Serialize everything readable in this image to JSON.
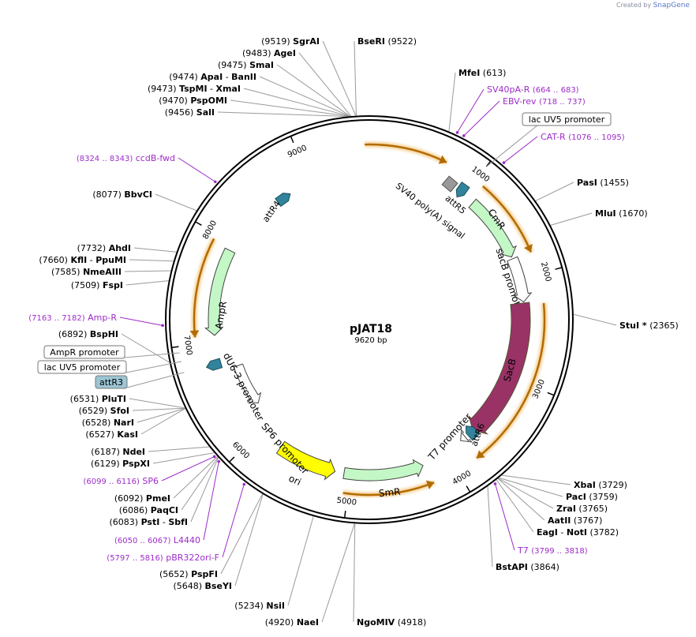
{
  "credit": {
    "prefix": "Created by",
    "brand": "SnapGene"
  },
  "plasmid": {
    "name": "pJAT18",
    "size_label": "9620 bp",
    "length": 9620
  },
  "colors": {
    "backbone": "#000000",
    "site_line": "#9a9a9a",
    "primer": "#9d2cc9",
    "cmR": "#c4f7c6",
    "smR": "#c4f7c6",
    "ampR": "#c4f7c6",
    "sacB": "#993366",
    "ori": "#ffff00",
    "attR": "#31849b",
    "promoter": "#ffffff",
    "sv40": "#999999",
    "orf_arrow": "#b36b00",
    "orf_glow": "#f5d39a"
  },
  "ticks": [
    {
      "pos": 1000,
      "label": "1000"
    },
    {
      "pos": 2000,
      "label": "2000"
    },
    {
      "pos": 3000,
      "label": "3000"
    },
    {
      "pos": 4000,
      "label": "4000"
    },
    {
      "pos": 5000,
      "label": "5000"
    },
    {
      "pos": 6000,
      "label": "6000"
    },
    {
      "pos": 7000,
      "label": "7000"
    },
    {
      "pos": 8000,
      "label": "8000"
    },
    {
      "pos": 9000,
      "label": "9000"
    }
  ],
  "sites": [
    {
      "pos": 9519,
      "pos_label": "(9519)",
      "name": "SgrAI"
    },
    {
      "pos": 9483,
      "pos_label": "(9483)",
      "name": "AgeI"
    },
    {
      "pos": 9475,
      "pos_label": "(9475)",
      "name": "SmaI"
    },
    {
      "pos": 9474,
      "pos_label": "(9474)",
      "name": "ApaI",
      "name2": "BanII"
    },
    {
      "pos": 9473,
      "pos_label": "(9473)",
      "name": "TspMI",
      "name2": "XmaI"
    },
    {
      "pos": 9470,
      "pos_label": "(9470)",
      "name": "PspOMI"
    },
    {
      "pos": 9456,
      "pos_label": "(9456)",
      "name": "SalI"
    },
    {
      "pos": 8077,
      "pos_label": "(8077)",
      "name": "BbvCI"
    },
    {
      "pos": 7732,
      "pos_label": "(7732)",
      "name": "AhdI"
    },
    {
      "pos": 7660,
      "pos_label": "(7660)",
      "name": "KflI",
      "name2": "PpuMI"
    },
    {
      "pos": 7585,
      "pos_label": "(7585)",
      "name": "NmeAIII"
    },
    {
      "pos": 7509,
      "pos_label": "(7509)",
      "name": "FspI"
    },
    {
      "pos": 6892,
      "pos_label": "(6892)",
      "name": "BspHI"
    },
    {
      "pos": 6531,
      "pos_label": "(6531)",
      "name": "PluTI"
    },
    {
      "pos": 6529,
      "pos_label": "(6529)",
      "name": "SfoI"
    },
    {
      "pos": 6528,
      "pos_label": "(6528)",
      "name": "NarI"
    },
    {
      "pos": 6527,
      "pos_label": "(6527)",
      "name": "KasI"
    },
    {
      "pos": 6187,
      "pos_label": "(6187)",
      "name": "NdeI"
    },
    {
      "pos": 6129,
      "pos_label": "(6129)",
      "name": "PspXI"
    },
    {
      "pos": 6092,
      "pos_label": "(6092)",
      "name": "PmeI"
    },
    {
      "pos": 6086,
      "pos_label": "(6086)",
      "name": "PaqCI"
    },
    {
      "pos": 6083,
      "pos_label": "(6083)",
      "name": "PstI",
      "name2": "SbfI"
    },
    {
      "pos": 5652,
      "pos_label": "(5652)",
      "name": "PspFI"
    },
    {
      "pos": 5648,
      "pos_label": "(5648)",
      "name": "BseYI"
    },
    {
      "pos": 5234,
      "pos_label": "(5234)",
      "name": "NsiI"
    },
    {
      "pos": 4920,
      "pos_label": "(4920)",
      "name": "NaeI"
    },
    {
      "pos": 4918,
      "pos_label": "(4918)",
      "name": "NgoMIV"
    },
    {
      "pos": 3864,
      "pos_label": "(3864)",
      "name": "BstAPI"
    },
    {
      "pos": 3782,
      "pos_label": "(3782)",
      "name": "EagI",
      "name2": "NotI"
    },
    {
      "pos": 3767,
      "pos_label": "(3767)",
      "name": "AatII"
    },
    {
      "pos": 3765,
      "pos_label": "(3765)",
      "name": "ZraI"
    },
    {
      "pos": 3759,
      "pos_label": "(3759)",
      "name": "PacI"
    },
    {
      "pos": 3729,
      "pos_label": "(3729)",
      "name": "XbaI"
    },
    {
      "pos": 2365,
      "pos_label": "(2365)",
      "name": "StuI *"
    },
    {
      "pos": 1670,
      "pos_label": "(1670)",
      "name": "MluI"
    },
    {
      "pos": 1455,
      "pos_label": "(1455)",
      "name": "PasI"
    },
    {
      "pos": 613,
      "pos_label": "(613)",
      "name": "MfeI"
    },
    {
      "pos": 9522,
      "pos_label": "(9522)",
      "name": "BseRI"
    }
  ],
  "primers": [
    {
      "pos": 673,
      "name": "SV40pA-R",
      "range": "(664 .. 683)"
    },
    {
      "pos": 727,
      "name": "EBV-rev",
      "range": "(718 .. 737)"
    },
    {
      "pos": 1085,
      "name": "CAT-R",
      "range": "(1076 .. 1095)"
    },
    {
      "pos": 8333,
      "name": "ccdB-fwd",
      "range": "(8324 .. 8343)"
    },
    {
      "pos": 7172,
      "name": "Amp-R",
      "range": "(7163 .. 7182)"
    },
    {
      "pos": 6107,
      "name": "SP6",
      "range": "(6099 .. 6116)"
    },
    {
      "pos": 6058,
      "name": "L4440",
      "range": "(6050 .. 6067)"
    },
    {
      "pos": 5806,
      "name": "pBR322ori-F",
      "range": "(5797 .. 5816)"
    },
    {
      "pos": 3808,
      "name": "T7",
      "range": "(3799 .. 3818)"
    }
  ],
  "boxed_labels": [
    {
      "name": "lac UV5 promoter",
      "pos": 1000
    },
    {
      "name": "AmpR promoter",
      "pos": 6970
    },
    {
      "name": "lac UV5 promoter",
      "pos": 6860
    },
    {
      "name": "attR3",
      "pos": 6760
    }
  ],
  "features": [
    {
      "name": "CmR",
      "start": 1110,
      "end": 1770
    },
    {
      "name": "sacB promoter",
      "start": 1790,
      "end": 2230
    },
    {
      "name": "SacB",
      "start": 2240,
      "end": 3660
    },
    {
      "name": "attR6",
      "start": 3620,
      "end": 3740
    },
    {
      "name": "T7 promoter",
      "start": 3760,
      "end": 3820
    },
    {
      "name": "SmR",
      "start": 4270,
      "end": 5060
    },
    {
      "name": "ori",
      "start": 5150,
      "end": 5740
    },
    {
      "name": "SP6 promoter",
      "start": 6090,
      "end": 6110
    },
    {
      "name": "dU6-3 promoter",
      "start": 6230,
      "end": 6700
    },
    {
      "name": "attR3",
      "start": 6720,
      "end": 6840
    },
    {
      "name": "AmpR",
      "start": 7060,
      "end": 7920
    },
    {
      "name": "attR4",
      "start": 8620,
      "end": 8740
    },
    {
      "name": "SV40 poly(A) signal",
      "start": 760,
      "end": 880
    },
    {
      "name": "attR5",
      "start": 890,
      "end": 1010
    }
  ],
  "orfs": [
    {
      "start": 9580,
      "end": 700
    },
    {
      "start": 1080,
      "end": 1800
    },
    {
      "start": 2260,
      "end": 3800
    },
    {
      "start": 4230,
      "end": 5040
    },
    {
      "start": 7060,
      "end": 7950
    }
  ]
}
